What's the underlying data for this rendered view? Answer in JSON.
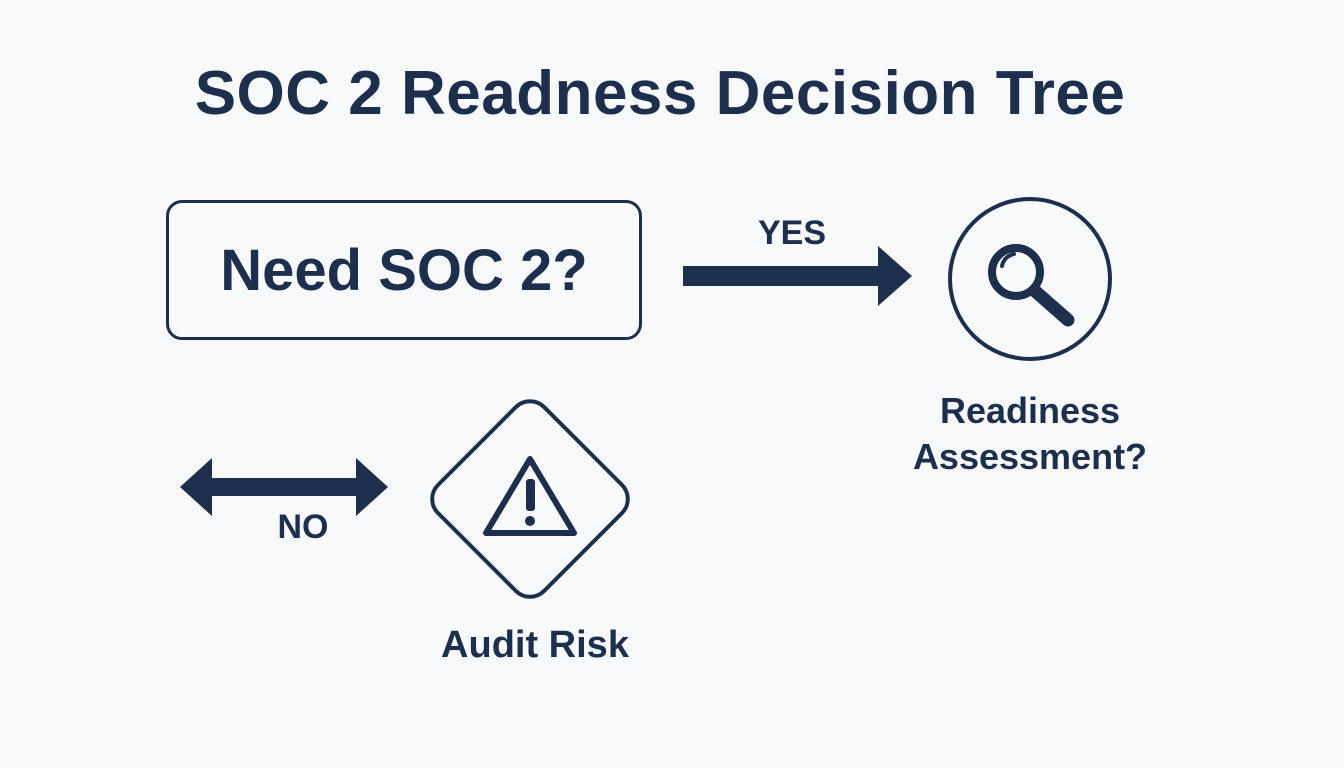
{
  "title": "SOC 2 Readness Decision Tree",
  "decision": {
    "question": "Need SOC 2?"
  },
  "branches": {
    "yes": {
      "label": "YES",
      "outcome_line1": "Readiness",
      "outcome_line2": "Assessment?",
      "icon": "magnifying-glass-icon"
    },
    "no": {
      "label": "NO",
      "outcome": "Audit Risk",
      "icon": "warning-triangle-icon"
    }
  },
  "colors": {
    "ink": "#1e2f4d",
    "background": "#f7f9fb"
  }
}
